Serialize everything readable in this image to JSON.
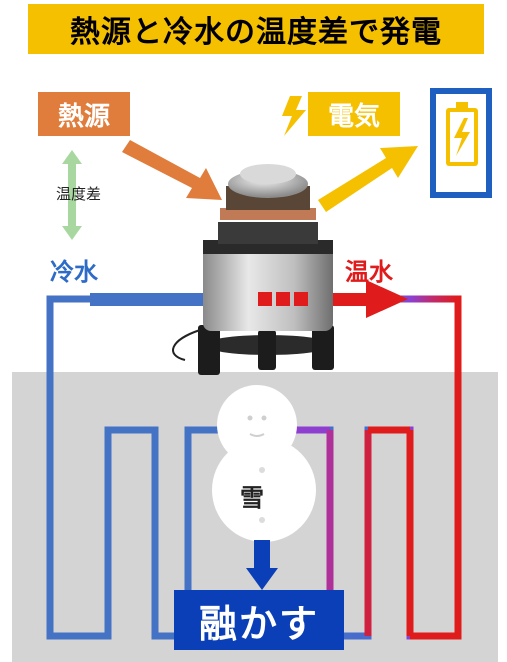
{
  "title": "熱源と冷水の温度差で発電",
  "labels": {
    "heat_source": "熱源",
    "electricity": "電気",
    "temp_diff": "温度差",
    "cold_water": "冷水",
    "warm_water": "温水",
    "snow": "雪",
    "melt": "融かす"
  },
  "colors": {
    "title_bg": "#f5c000",
    "heat": "#e07d3c",
    "electricity": "#f5c000",
    "cold": "#4472c4",
    "warm": "#e01b1b",
    "melt_bg": "#0a3fb8",
    "ground": "#d4d4d4",
    "battery": "#1f5fbf"
  },
  "icons": [
    "lightning-icon",
    "battery-icon",
    "double-arrow-icon",
    "generator-device",
    "snowman-icon"
  ]
}
